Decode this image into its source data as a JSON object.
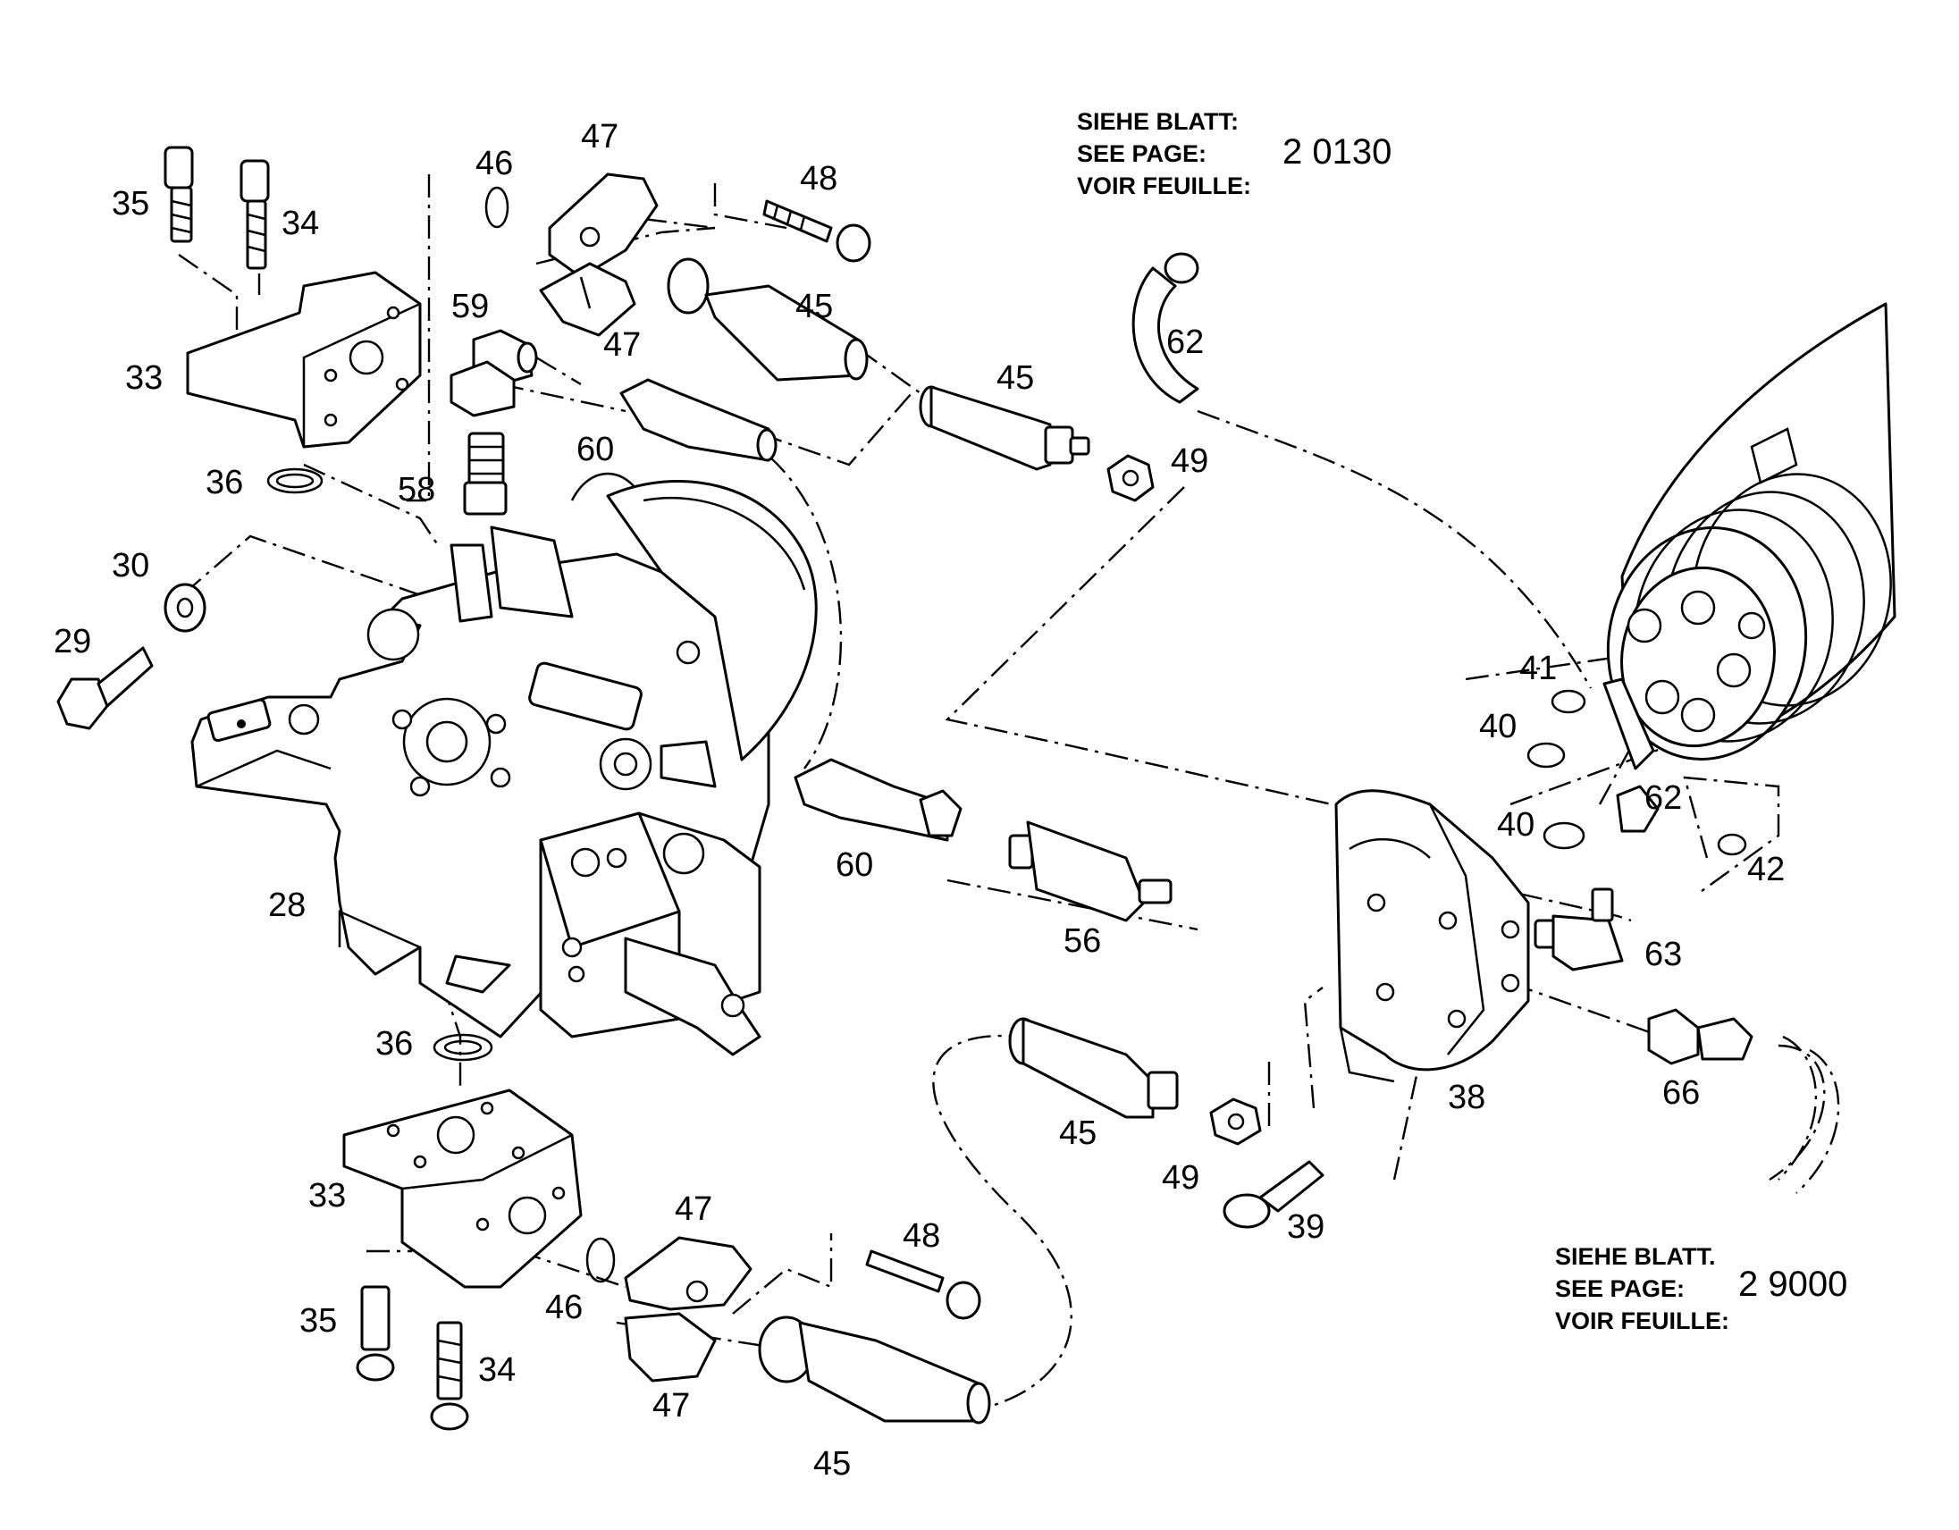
{
  "references": [
    {
      "lines": [
        "SIEHE BLATT:",
        "SEE PAGE:",
        "VOIR FEUILLE:"
      ],
      "page": "2 0130"
    },
    {
      "lines": [
        "SIEHE BLATT.",
        "SEE PAGE:",
        "VOIR FEUILLE:"
      ],
      "page": "2 9000"
    }
  ],
  "callouts": [
    "35",
    "34",
    "33",
    "36",
    "30",
    "29",
    "46",
    "47",
    "47",
    "48",
    "45",
    "59",
    "58",
    "60",
    "45",
    "49",
    "62",
    "28",
    "60",
    "56",
    "41",
    "40",
    "40",
    "62",
    "42",
    "63",
    "36",
    "33",
    "35",
    "34",
    "46",
    "47",
    "47",
    "48",
    "45",
    "45",
    "49",
    "39",
    "38",
    "66"
  ]
}
